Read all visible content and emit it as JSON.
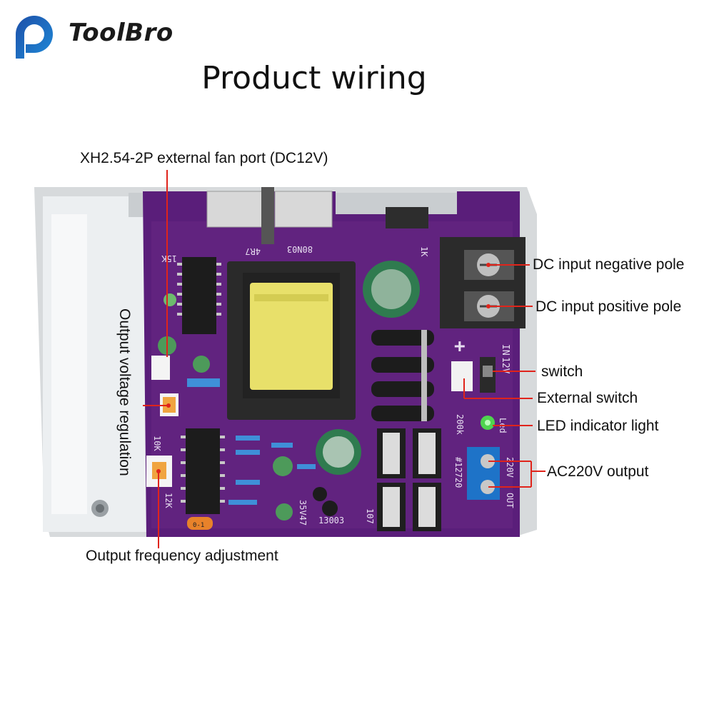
{
  "brand": {
    "name": "ToolBro"
  },
  "title": "Product wiring",
  "annotations": {
    "fan_port": "XH2.54-2P external fan port (DC12V)",
    "dc_negative": "DC input negative pole",
    "dc_positive": "DC input positive pole",
    "switch": "switch",
    "external_switch": "External switch",
    "led": "LED indicator light",
    "ac_output": "AC220V output",
    "voltage_regulation": "Output voltage regulation",
    "frequency_adjustment": "Output frequency adjustment"
  },
  "board_markings": {
    "m1": "80N03",
    "m2": "4R7",
    "m3": "15K",
    "m4": "1K",
    "m5": "IN",
    "m6": "12V",
    "m7": "#12720",
    "m8": "200k",
    "m9": "220V",
    "m10": "OUT",
    "m11": "Led",
    "m12": "107",
    "m13": "13003",
    "m14": "35V47",
    "m15": "12K",
    "m16": "10K",
    "m17": "0-1",
    "m18": "+"
  },
  "colors": {
    "board": "#5a1e7a",
    "board_dark": "#3f1257",
    "frame": "#cfd3d6",
    "transformer_core": "#2a2a2a",
    "coil": "#e8e06a",
    "terminal_blue": "#1e73c8",
    "leader_line": "#e0241b",
    "brand_blue": "#2a5bb0"
  },
  "icons": {
    "logo": "toolbro-logo-icon",
    "switch": "slide-switch-icon",
    "led": "led-icon"
  }
}
